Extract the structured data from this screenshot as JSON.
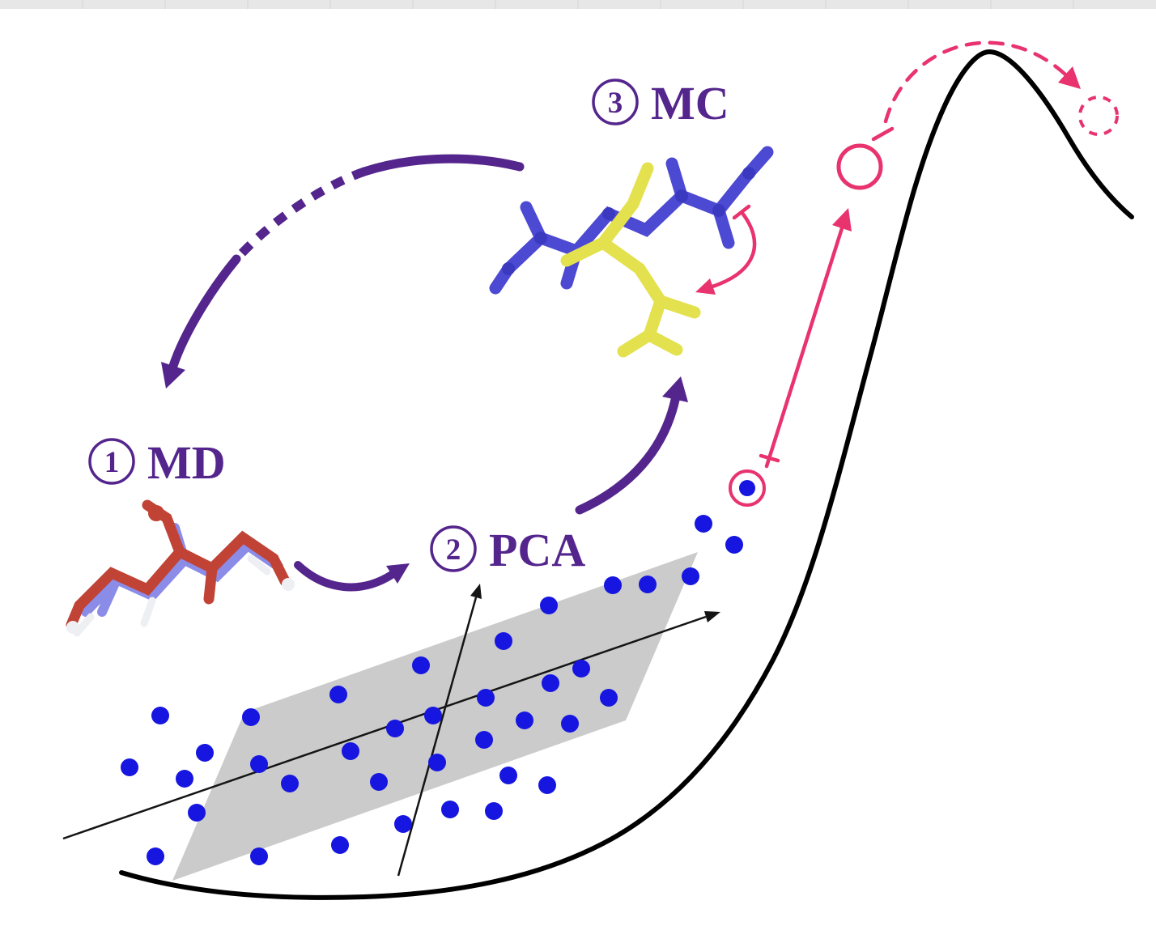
{
  "figure": {
    "steps": [
      {
        "num": "1",
        "name": "MD"
      },
      {
        "num": "2",
        "name": "PCA"
      },
      {
        "num": "3",
        "name": "MC"
      }
    ],
    "colors": {
      "purple": "#54258c",
      "pink": "#e8336f",
      "dot_blue": "#1616e0",
      "plane_gray": "#cbcbcb",
      "curve_black": "#000000",
      "strip_gray": "#e7e7e7",
      "mol_blue": "#4c49d2",
      "mol_blue_dark": "#3b39c0",
      "mol_yellow": "#e4e14e",
      "mol_red": "#c04335",
      "mol_lightblue": "#8b8ce8",
      "mol_white": "#edeff3"
    }
  }
}
